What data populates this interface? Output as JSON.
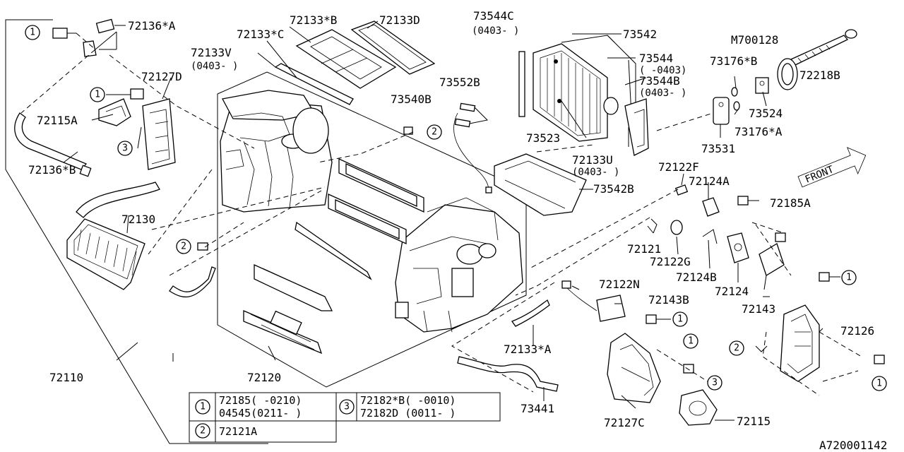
{
  "diagram_id": "A720001142",
  "front_label": "FRONT",
  "labels": {
    "p72136A": "72136*A",
    "p72133B": "72133*B",
    "p72133D": "72133D",
    "p73544C": "73544C",
    "p73544C_range": "(0403-  )",
    "p73542": "73542",
    "pM700128": "M700128",
    "p72133C": "72133*C",
    "p72133V": "72133V",
    "p72133V_range": "(0403-  )",
    "p72127D": "72127D",
    "p73544": "73544",
    "p73544_range": "(  -0403)",
    "p73544B": "73544B",
    "p73544B_range": "(0403-  )",
    "p73176B": "73176*B",
    "p72218B": "72218B",
    "p73552B": "73552B",
    "p73540B": "73540B",
    "p72115A": "72115A",
    "p73523": "73523",
    "p73524": "73524",
    "p73176A": "73176*A",
    "p73531": "73531",
    "p72133U": "72133U",
    "p72133U_range": "(0403-  )",
    "p72136B": "72136*B",
    "p72122F": "72122F",
    "p72124A": "72124A",
    "p73542B": "73542B",
    "p72185A": "72185A",
    "p72130": "72130",
    "p72121": "72121",
    "p72122G": "72122G",
    "p72124B": "72124B",
    "p72124": "72124",
    "p72122N": "72122N",
    "p72143B": "72143B",
    "p72143": "72143",
    "p72126": "72126",
    "p72133A": "72133*A",
    "p72110": "72110",
    "p72120": "72120",
    "p73441": "73441",
    "p72127C": "72127C",
    "p72115": "72115"
  },
  "callouts": {
    "c1": "1",
    "c2": "2",
    "c3": "3"
  },
  "legend": {
    "row1_num": "1",
    "row1_line1": "72185(  -0210)",
    "row1_line2": "04545(0211-  )",
    "row1b_num": "3",
    "row1b_line1": "72182*B(  -0010)",
    "row1b_line2": "72182D (0011-  )",
    "row2_num": "2",
    "row2_line1": "72121A"
  }
}
